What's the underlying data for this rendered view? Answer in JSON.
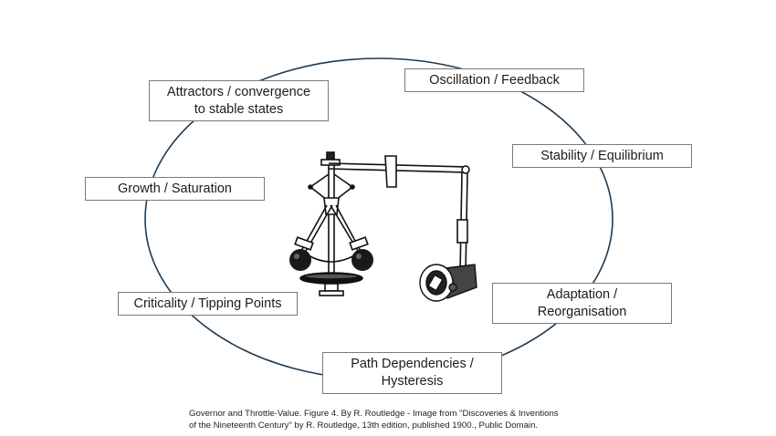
{
  "diagram": {
    "cycle_color": "#1d3a52",
    "center_image": {
      "subject": "Centrifugal governor and throttle valve engraving",
      "icon": "governor-illustration"
    },
    "labels": [
      {
        "id": "attractors",
        "text": "Attractors / convergence\nto stable states"
      },
      {
        "id": "oscillation",
        "text": "Oscillation / Feedback"
      },
      {
        "id": "stability",
        "text": "Stability / Equilibrium"
      },
      {
        "id": "adaptation",
        "text": "Adaptation /\nReorganisation"
      },
      {
        "id": "path-dependencies",
        "text": "Path Dependencies /\nHysteresis"
      },
      {
        "id": "criticality",
        "text": "Criticality / Tipping Points"
      },
      {
        "id": "growth",
        "text": "Growth / Saturation"
      }
    ]
  },
  "caption": {
    "line1": "Governor and Throttle-Value. Figure 4. By R. Routledge - Image from \"Discoveries & Inventions",
    "line2": "of the Nineteenth Century\" by R. Routledge, 13th edition, published 1900., Public Domain."
  }
}
